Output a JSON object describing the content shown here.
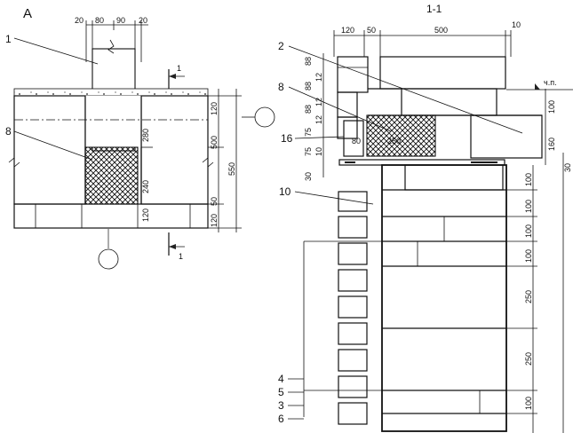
{
  "view_a": {
    "title": "А",
    "top_dims": [
      "20",
      "80",
      "90",
      "20"
    ],
    "right_dims": [
      "120",
      "280",
      "240",
      "120"
    ],
    "right_dims_extra": [
      "500",
      "550",
      "50"
    ],
    "section_mark": "1",
    "callouts": [
      "1",
      "8"
    ]
  },
  "section_1_1": {
    "title": "1-1",
    "top_dims": [
      "120",
      "50",
      "500",
      "10"
    ],
    "left_dims": [
      "88",
      "12",
      "88",
      "12",
      "88",
      "12",
      "75",
      "75",
      "10",
      "30"
    ],
    "right_dims": [
      "100",
      "160",
      "30",
      "100",
      "100",
      "100",
      "100",
      "250",
      "250",
      "100"
    ],
    "inner_dims": [
      "80",
      "250"
    ],
    "level_mark": "ч.п.",
    "callouts_top": [
      "2",
      "8",
      "16",
      "10"
    ],
    "callouts_bottom": [
      "4",
      "5",
      "3",
      "6"
    ]
  }
}
